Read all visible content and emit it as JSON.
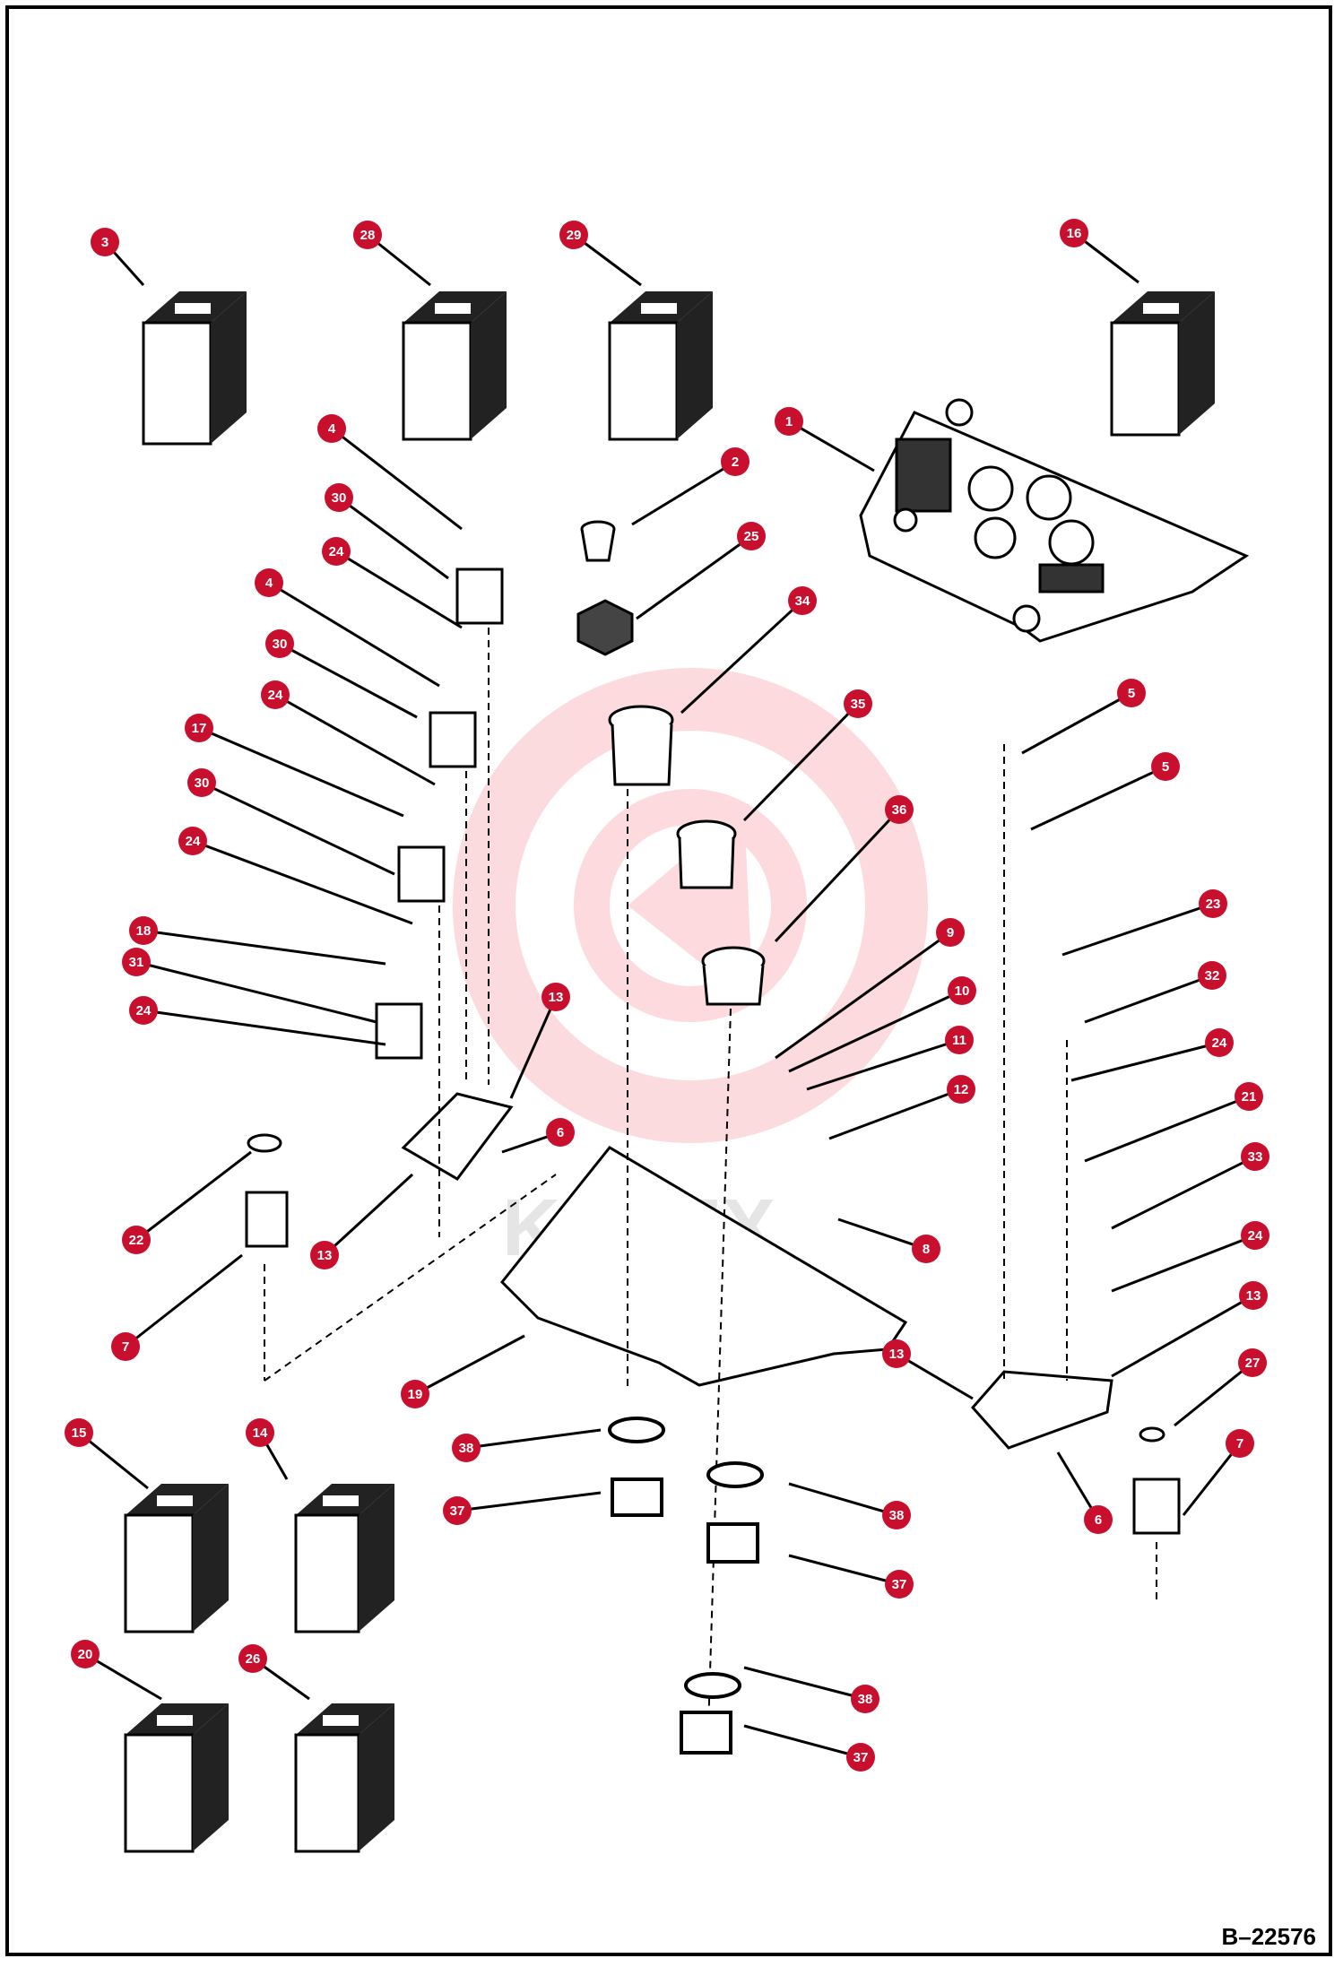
{
  "drawing": {
    "reference": "B–22576",
    "watermark_text": "KRTEX"
  },
  "callouts": [
    {
      "label": "3"
    },
    {
      "label": "28"
    },
    {
      "label": "29"
    },
    {
      "label": "16"
    },
    {
      "label": "1"
    },
    {
      "label": "4"
    },
    {
      "label": "2"
    },
    {
      "label": "30"
    },
    {
      "label": "24"
    },
    {
      "label": "25"
    },
    {
      "label": "34"
    },
    {
      "label": "4"
    },
    {
      "label": "30"
    },
    {
      "label": "35"
    },
    {
      "label": "24"
    },
    {
      "label": "17"
    },
    {
      "label": "5"
    },
    {
      "label": "5"
    },
    {
      "label": "30"
    },
    {
      "label": "36"
    },
    {
      "label": "24"
    },
    {
      "label": "18"
    },
    {
      "label": "23"
    },
    {
      "label": "9"
    },
    {
      "label": "10"
    },
    {
      "label": "31"
    },
    {
      "label": "32"
    },
    {
      "label": "13"
    },
    {
      "label": "11"
    },
    {
      "label": "24"
    },
    {
      "label": "24"
    },
    {
      "label": "12"
    },
    {
      "label": "21"
    },
    {
      "label": "6"
    },
    {
      "label": "33"
    },
    {
      "label": "22"
    },
    {
      "label": "8"
    },
    {
      "label": "24"
    },
    {
      "label": "13"
    },
    {
      "label": "13"
    },
    {
      "label": "7"
    },
    {
      "label": "13"
    },
    {
      "label": "27"
    },
    {
      "label": "19"
    },
    {
      "label": "38"
    },
    {
      "label": "7"
    },
    {
      "label": "15"
    },
    {
      "label": "14"
    },
    {
      "label": "37"
    },
    {
      "label": "38"
    },
    {
      "label": "6"
    },
    {
      "label": "37"
    },
    {
      "label": "20"
    },
    {
      "label": "26"
    },
    {
      "label": "38"
    },
    {
      "label": "37"
    }
  ]
}
